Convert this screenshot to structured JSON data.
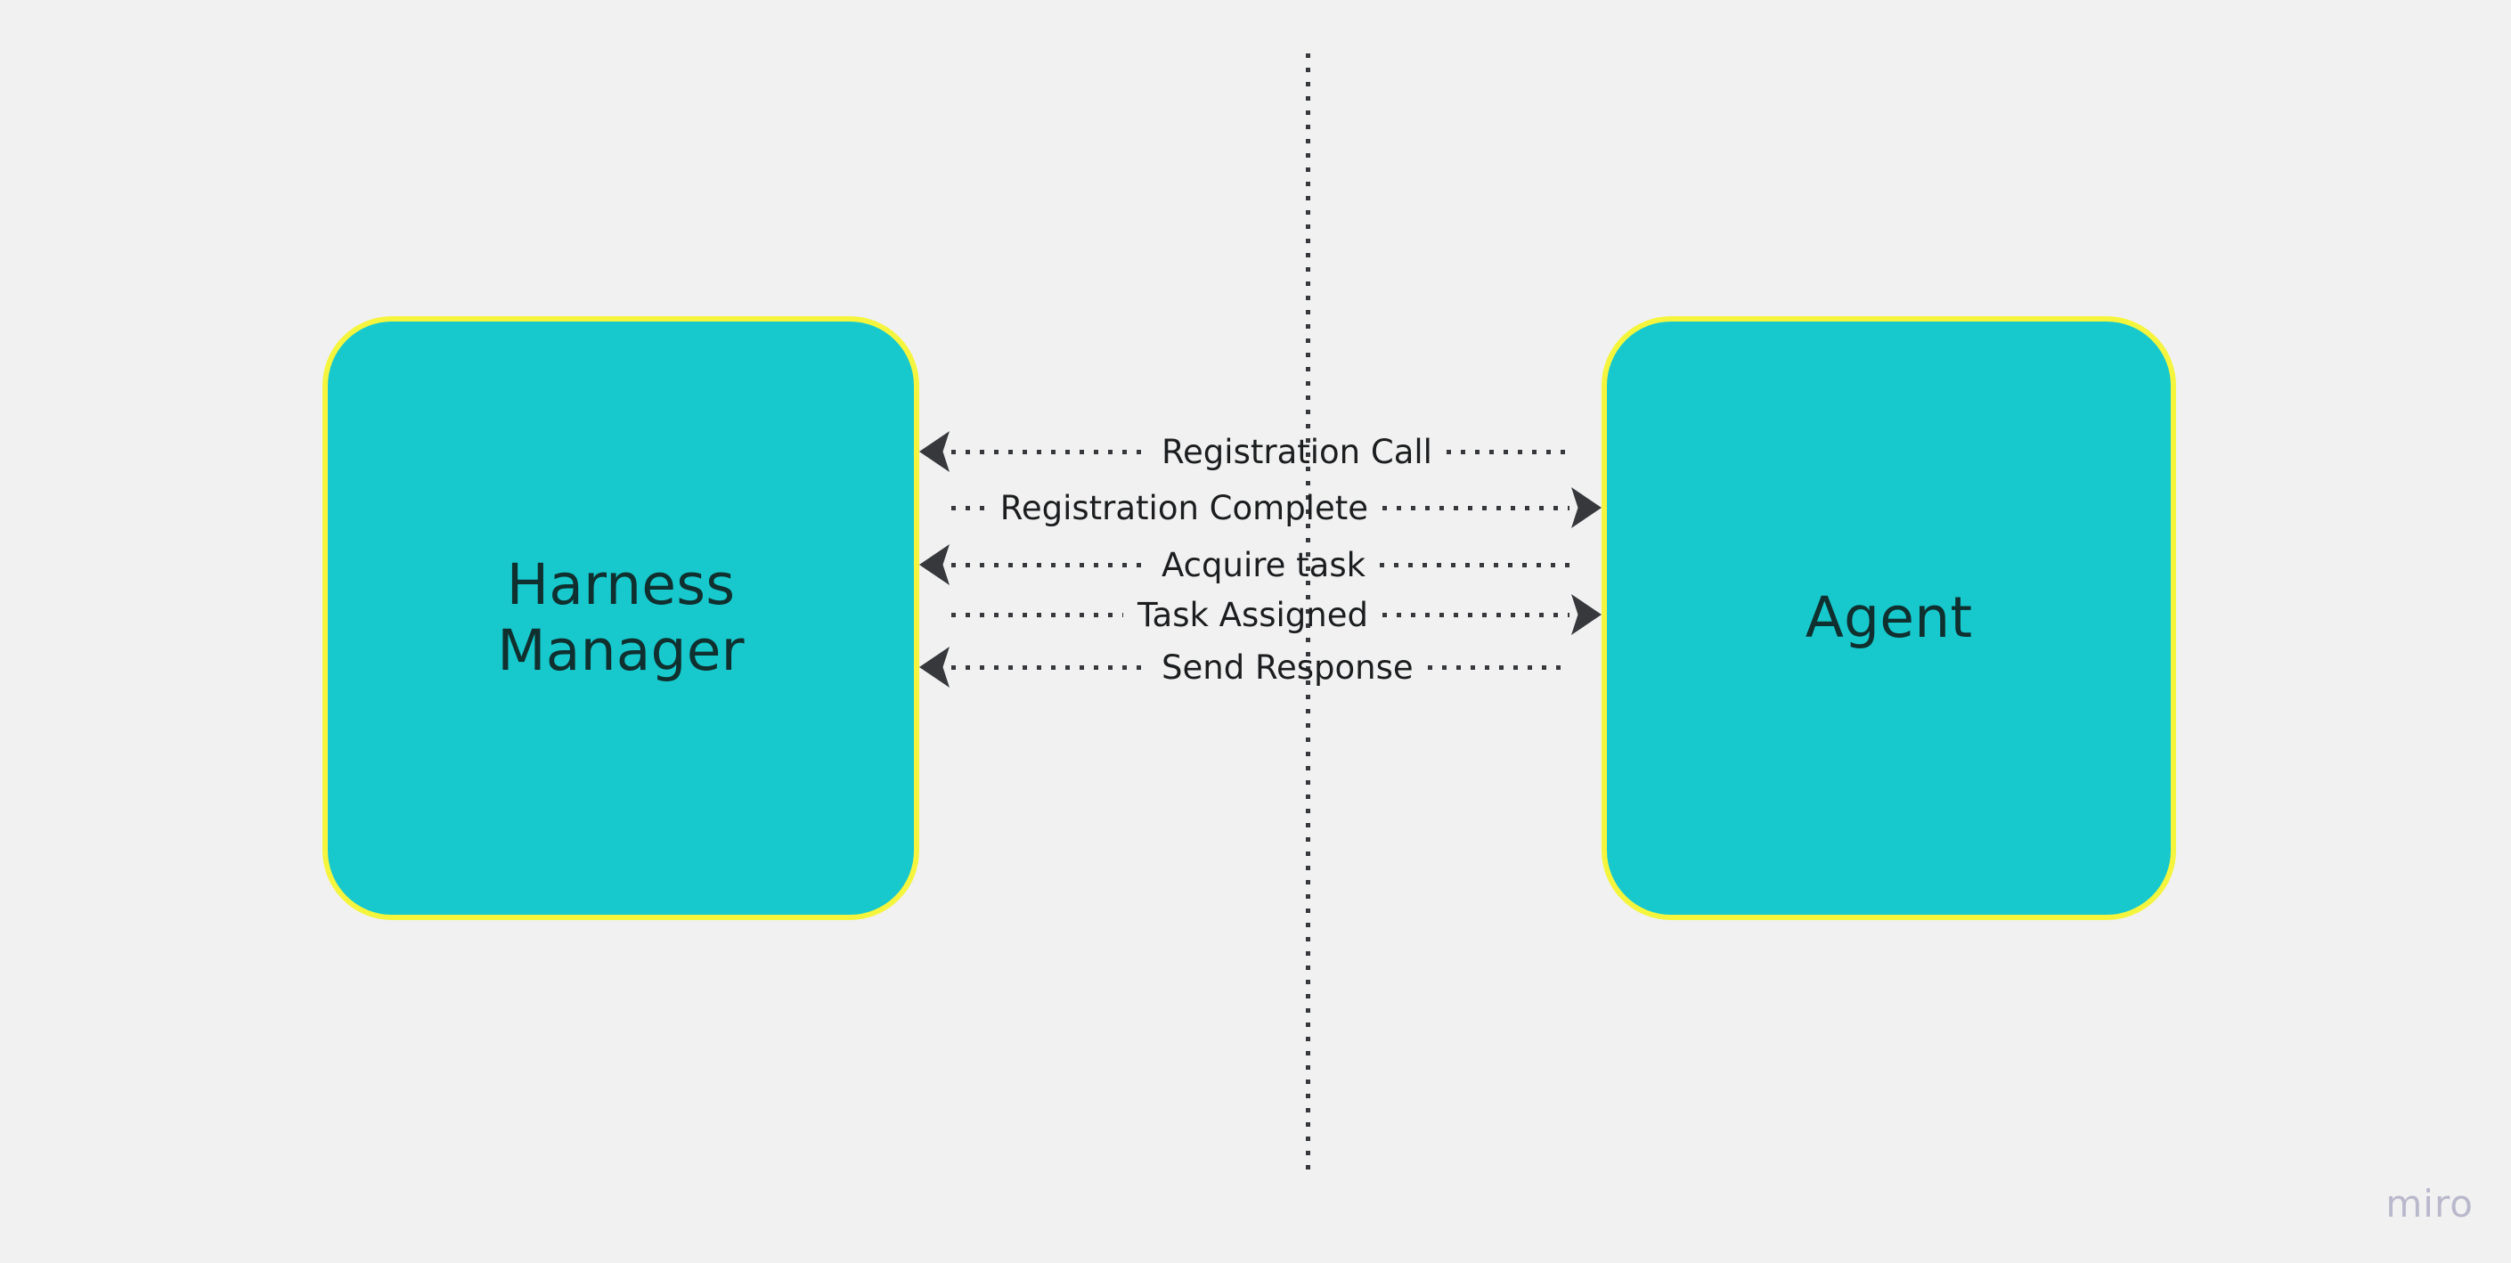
{
  "canvas": {
    "background_color": "#F1F1F1",
    "watermark": "miro"
  },
  "nodes": [
    {
      "id": "harness-manager",
      "label": "Harness\nManager",
      "fill_color": "#17C9CD",
      "border_color": "#F5F53E",
      "text_color": "#10302F"
    },
    {
      "id": "agent",
      "label": "Agent",
      "fill_color": "#17C9CD",
      "border_color": "#F5F53E",
      "text_color": "#10302F"
    }
  ],
  "lifeline": {
    "style": "dotted",
    "color": "#36383B"
  },
  "messages": [
    {
      "label": "Registration Call",
      "direction": "to-left",
      "from": "Agent",
      "to": "Harness Manager"
    },
    {
      "label": "Registration Complete",
      "direction": "to-right",
      "from": "Harness Manager",
      "to": "Agent"
    },
    {
      "label": "Acquire task",
      "direction": "to-left",
      "from": "Agent",
      "to": "Harness Manager"
    },
    {
      "label": "Task Assigned",
      "direction": "to-right",
      "from": "Harness Manager",
      "to": "Agent"
    },
    {
      "label": "Send Response",
      "direction": "to-left",
      "from": "Agent",
      "to": "Harness Manager"
    }
  ]
}
